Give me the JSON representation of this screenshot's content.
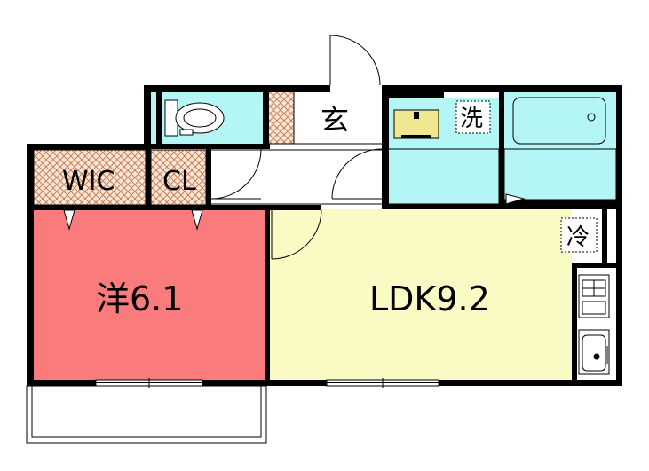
{
  "rooms": {
    "western": {
      "label": "洋6.1",
      "color": "#F97B7B"
    },
    "ldk": {
      "label": "LDK9.2",
      "color": "#FAFAC4"
    },
    "wic": {
      "label": "WIC"
    },
    "closet": {
      "label": "CL"
    },
    "entrance": {
      "label": "玄"
    },
    "washroom": {
      "label": "洗",
      "color": "#B4F5F5"
    },
    "bath": {
      "color": "#B4F5F5"
    }
  },
  "fixtures": {
    "fridge": {
      "label": "冷"
    }
  },
  "colors": {
    "wall": "#000000",
    "storage_hatch": "#C08060",
    "storage_bg": "#FFE6D2",
    "sink": "#F0E890"
  }
}
